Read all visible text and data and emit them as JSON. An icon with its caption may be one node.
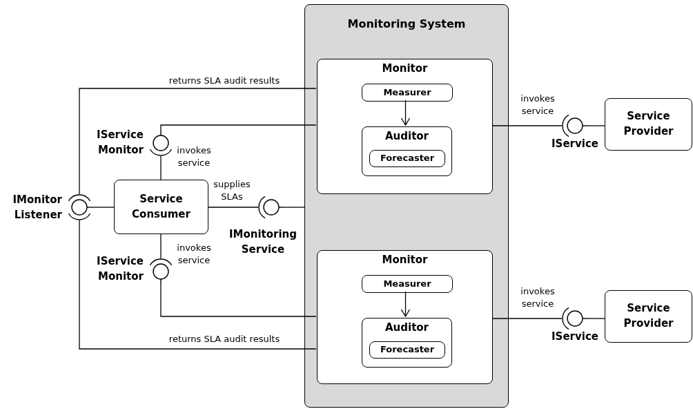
{
  "diagram": {
    "nodes": [
      {
        "text": [
          "Monitoring System"
        ]
      },
      {
        "text": [
          "Monitor"
        ],
        "in": 0
      },
      {
        "text": [
          "Measurer"
        ],
        "in": 1
      },
      {
        "text": [
          "Auditor"
        ],
        "in": 1
      },
      {
        "text": [
          "Forecaster"
        ],
        "in": 3
      },
      {
        "text": [
          "Monitor"
        ],
        "in": 0
      },
      {
        "text": [
          "Measurer"
        ],
        "in": 5
      },
      {
        "text": [
          "Auditor"
        ],
        "in": 5
      },
      {
        "text": [
          "Forecaster"
        ],
        "in": 7
      },
      {
        "text": [
          "Service Consumer"
        ]
      },
      {
        "text": [
          "Service Provider"
        ]
      },
      {
        "text": [
          "Service Provider"
        ]
      },
      {
        "text": [],
        "shape": "circle",
        "beside": [
          "IService Monitor"
        ]
      },
      {
        "text": [],
        "shape": "circle",
        "beside": [
          "IMonitor Listener"
        ]
      },
      {
        "text": [],
        "shape": "circle",
        "beside": [
          "IMonitoring Service"
        ]
      },
      {
        "text": [],
        "shape": "circle",
        "beside": [
          "IService Monitor"
        ]
      },
      {
        "text": [],
        "shape": "circle",
        "beside": [
          "IService"
        ]
      },
      {
        "text": [],
        "shape": "circle",
        "beside": [
          "IService"
        ]
      }
    ],
    "edges": [
      {
        "from": 1,
        "to": 13,
        "arrow": "none",
        "label": "returns SLA audit results"
      },
      {
        "from": 5,
        "to": 13,
        "arrow": "none",
        "label": "returns SLA audit results"
      },
      {
        "from": 12,
        "to": 1,
        "arrow": "none"
      },
      {
        "from": 9,
        "to": 12,
        "arrow": "none",
        "label": "invokes service"
      },
      {
        "from": 9,
        "to": 13,
        "arrow": "none"
      },
      {
        "from": 9,
        "to": 14,
        "arrow": "none",
        "label": "supplies SLAs"
      },
      {
        "from": 14,
        "to": 0,
        "arrow": "none"
      },
      {
        "from": 9,
        "to": 15,
        "arrow": "none",
        "label": "invokes service"
      },
      {
        "from": 15,
        "to": 5,
        "arrow": "none"
      },
      {
        "from": 1,
        "to": 16,
        "arrow": "none",
        "label": "invokes service"
      },
      {
        "from": 16,
        "to": 10,
        "arrow": "none"
      },
      {
        "from": 5,
        "to": 17,
        "arrow": "none",
        "label": "invokes service"
      },
      {
        "from": 17,
        "to": 11,
        "arrow": "none"
      },
      {
        "from": 2,
        "to": 3,
        "arrow": "to"
      },
      {
        "from": 6,
        "to": 7,
        "arrow": "to"
      }
    ]
  }
}
